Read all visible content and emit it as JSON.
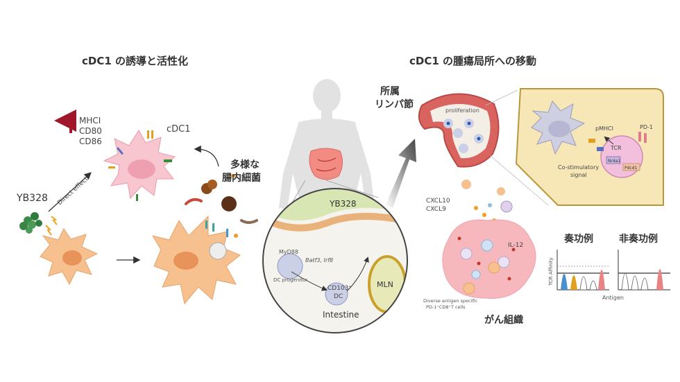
{
  "left": {
    "title": "cDC1 の誘導と活性化",
    "markers": [
      "MHCI",
      "CD80",
      "CD86"
    ],
    "cdc1_label": "cDC1",
    "yb328_label": "YB328",
    "direct_effect": "Direct effect",
    "microbiota_label_1": "多様な",
    "microbiota_label_2": "腸内細菌"
  },
  "right": {
    "title": "cDC1 の腫瘍局所への移動",
    "lymph_label_1": "所属",
    "lymph_label_2": "リンパ節",
    "proliferation": "proliferation",
    "zoom": {
      "yb328": "YB328",
      "myd88": "MyD88",
      "batf3": "Batf3, Irf8",
      "dc_progenitor": "DC progenitor",
      "cd103": "CD103⁺",
      "dc": "DC",
      "mln": "MLN",
      "intestine": "Intestine"
    },
    "cxcl10": "CXCL10",
    "cxcl9": "CXCL9",
    "il12": "IL-12",
    "tcells_caption_1": "Diverse antigen specific",
    "tcells_caption_2": "PD-1⁺CD8⁺T cells",
    "tumor_label": "がん組織",
    "inset": {
      "pmhci": "pMHCI",
      "pd1": "PD-1",
      "tcr": "TCR",
      "costim_1": "Co-stimulatory",
      "costim_2": "signal",
      "nur77": "Nr4a1",
      "pdcd1": "Pdcd1"
    },
    "panels": {
      "responder": "奏功例",
      "nonresponder": "非奏功例",
      "ylabel": "TCR Affinity",
      "xlabel": "Antigen"
    }
  },
  "colors": {
    "cell_orange": "#f6c08f",
    "cell_pink": "#f7c6cf",
    "tumor_pink": "#f6b7bd",
    "inset_bg": "#f7e7b7",
    "inset_border": "#b8963c",
    "arrow_red": "#a0162a",
    "lymph_red": "#d9645f",
    "body_gray": "#e2e2e2"
  }
}
